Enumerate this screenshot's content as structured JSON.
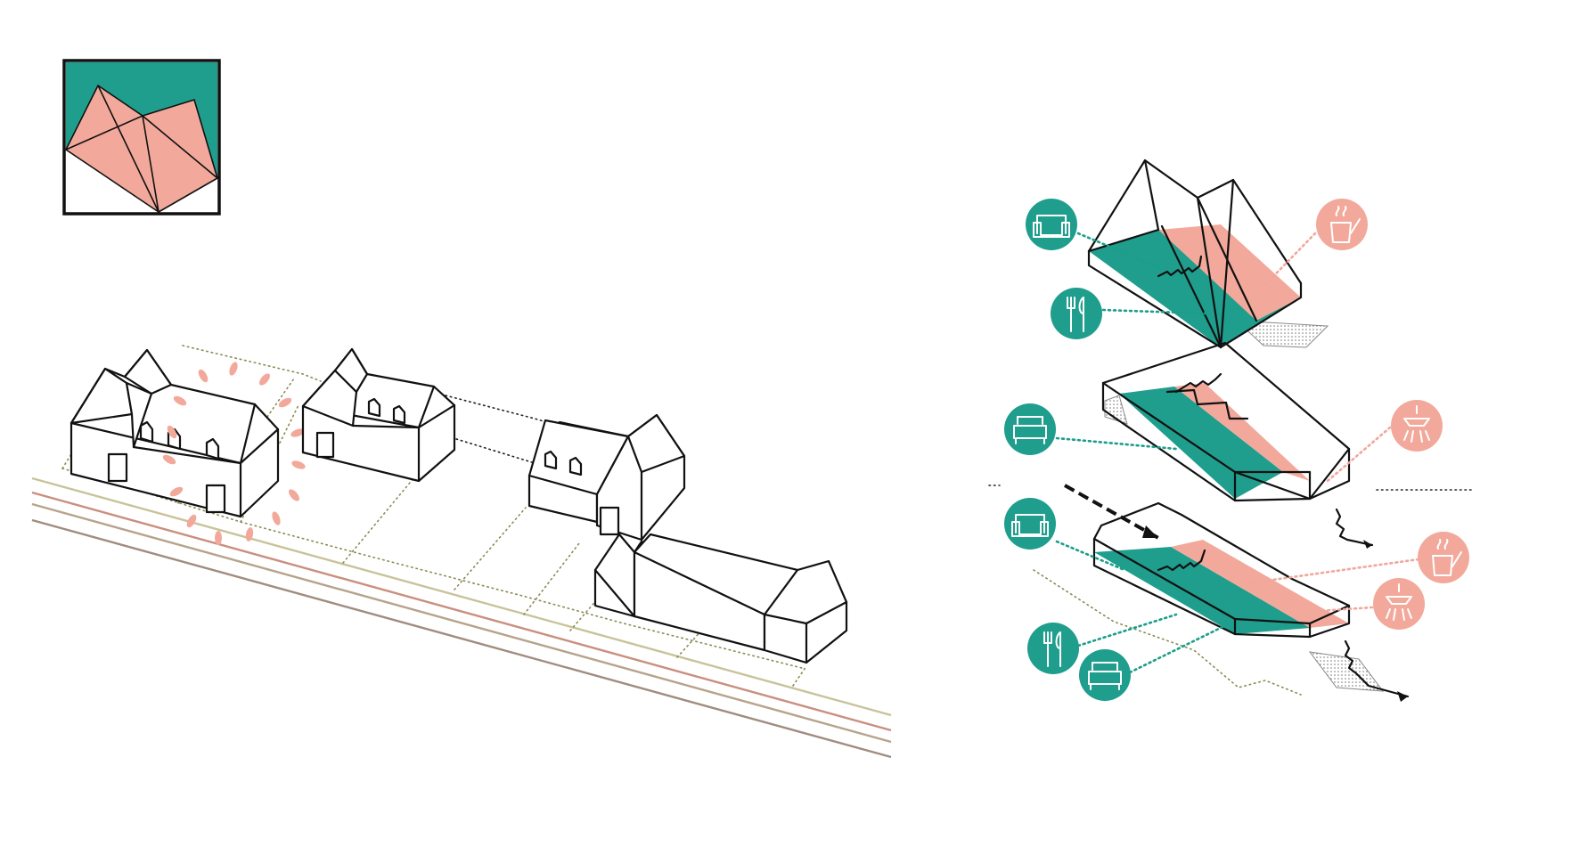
{
  "colors": {
    "teal": "#1f9e8d",
    "pink": "#f2a99b",
    "ink": "#111111",
    "street_lines": [
      "#c9c39a",
      "#c98f7f",
      "#b7a38b",
      "#a08c80"
    ],
    "lot_lines": "#8b8a55"
  },
  "logo": {
    "icon": "folded-roof-logo-icon"
  },
  "left_diagram": {
    "elements": [
      "street-lines",
      "lot-boundaries",
      "cottage-large",
      "cottage-small",
      "cottage-corner",
      "barn-wing",
      "leaf-scatter"
    ]
  },
  "right_diagram": {
    "levels": [
      "roof-level",
      "middle-level",
      "ground-level"
    ],
    "icons": {
      "teal": [
        "armchair-icon",
        "cutlery-icon",
        "armchair-icon",
        "sofa-icon",
        "armchair-icon",
        "cutlery-icon",
        "sofa-icon"
      ],
      "pink": [
        "kitchen-icon",
        "shower-icon",
        "kitchen-icon",
        "shower-icon"
      ]
    }
  }
}
